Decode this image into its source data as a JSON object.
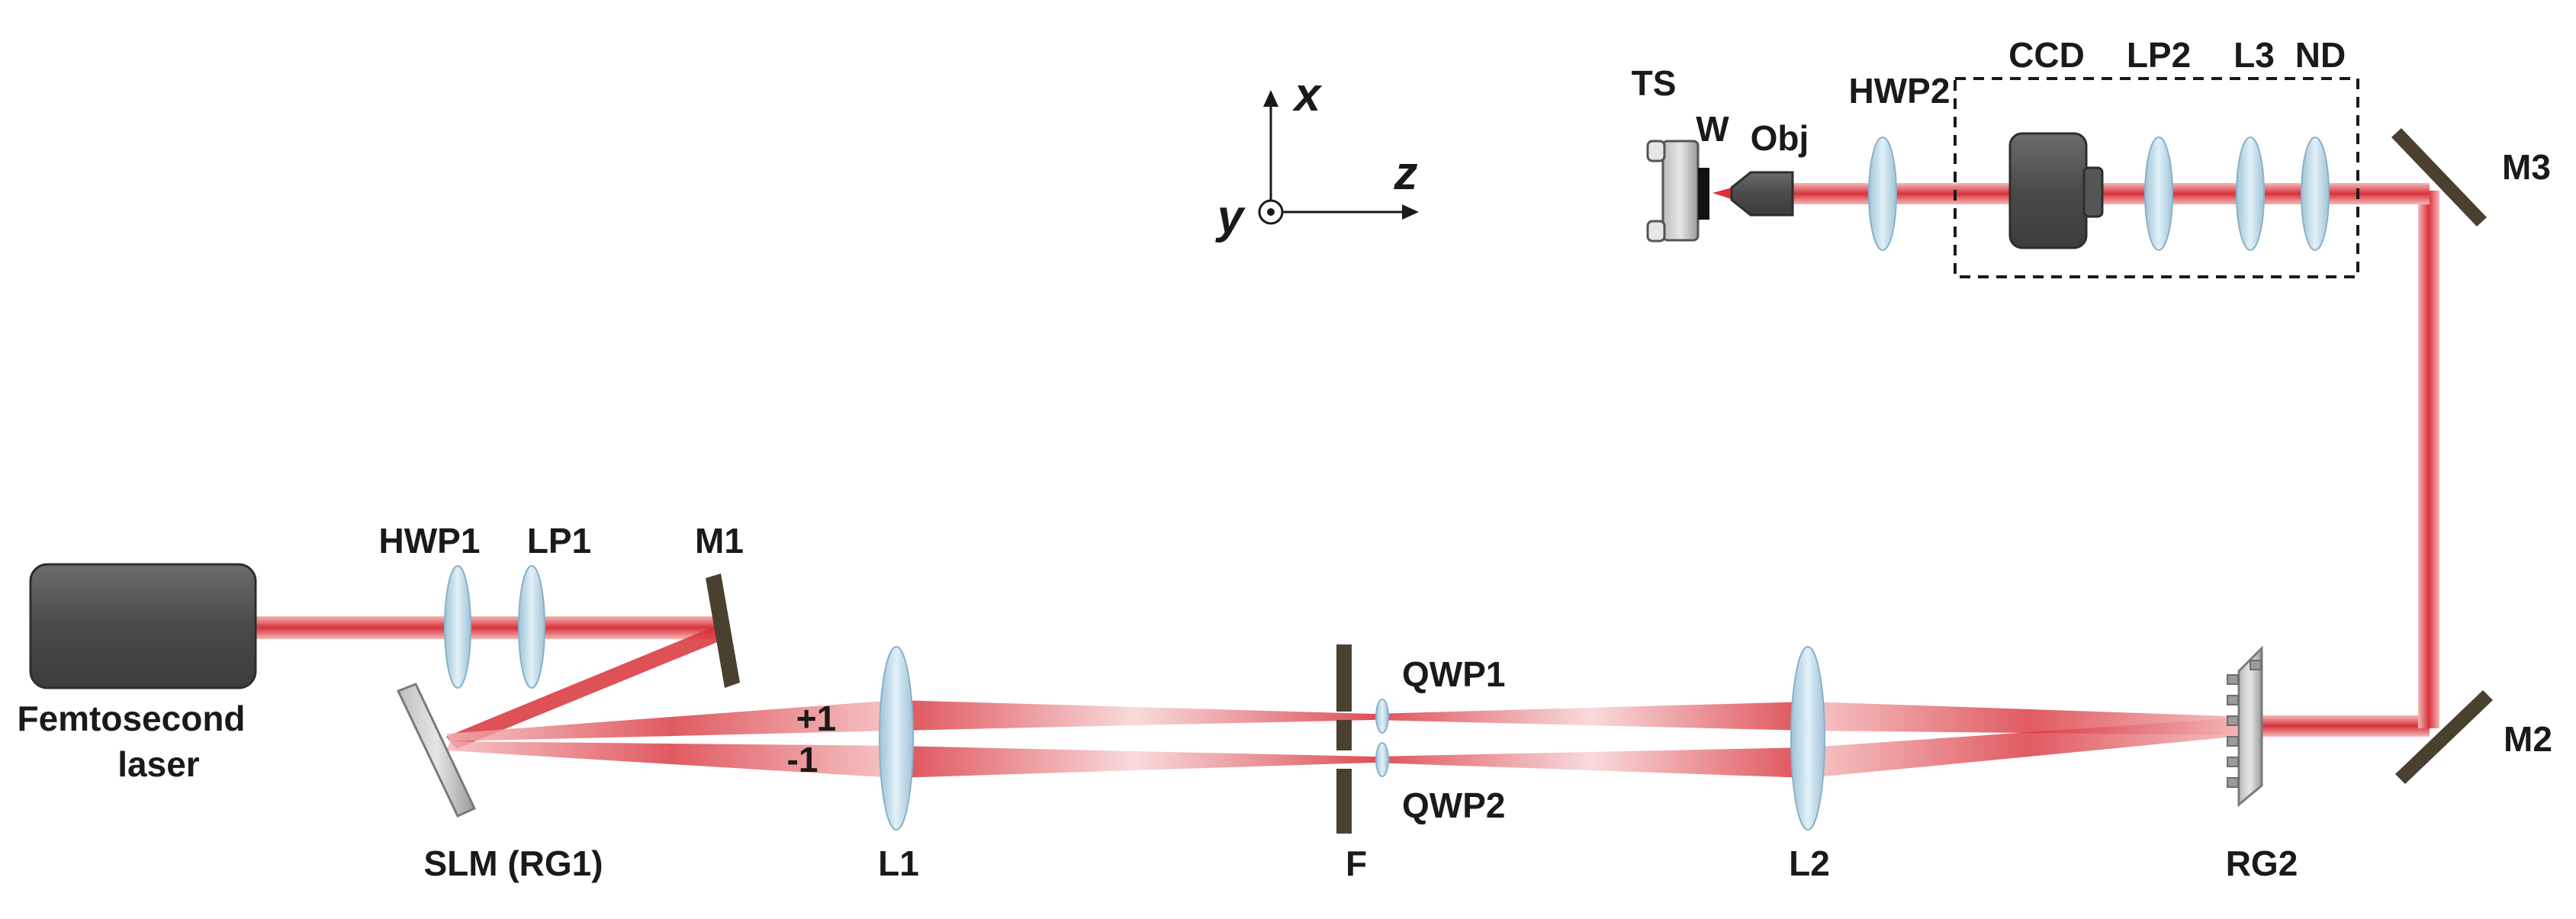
{
  "labels": {
    "laser_line1": "Femtosecond",
    "laser_line2": "laser",
    "hwp1": "HWP1",
    "lp1": "LP1",
    "m1": "M1",
    "slm": "SLM (RG1)",
    "order_plus": "+1",
    "order_minus": "-1",
    "l1": "L1",
    "f": "F",
    "qwp1": "QWP1",
    "qwp2": "QWP2",
    "l2": "L2",
    "rg2": "RG2",
    "m2": "M2",
    "m3": "M3",
    "nd": "ND",
    "l3": "L3",
    "lp2": "LP2",
    "ccd": "CCD",
    "hwp2": "HWP2",
    "obj": "Obj",
    "w": "W",
    "ts": "TS",
    "axis_x": "x",
    "axis_y": "y",
    "axis_z": "z"
  },
  "colors": {
    "beam": "#d83a3f",
    "lens": "#bcd9ea",
    "device": "#4d4d4d",
    "mirror": "#4a4030"
  }
}
